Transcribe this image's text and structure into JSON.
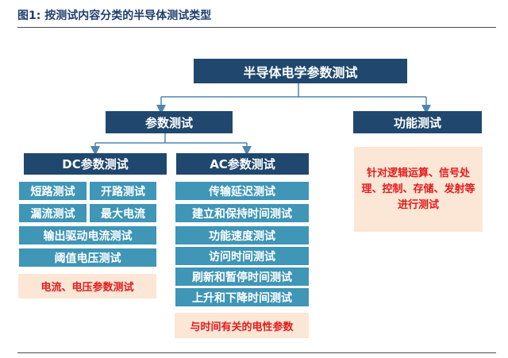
{
  "figure_title": "图1:  按测试内容分类的半导体测试类型",
  "root": "半导体电学参数测试",
  "branches": {
    "param": "参数测试",
    "func": "功能测试"
  },
  "dc": {
    "title": "DC参数测试",
    "items": [
      "短路测试",
      "开路测试",
      "漏流测试",
      "最大电流",
      "输出驱动电流测试",
      "阈值电压测试"
    ],
    "note": "电流、电压参数测试"
  },
  "ac": {
    "title": "AC参数测试",
    "items": [
      "传输延迟测试",
      "建立和保持时间测试",
      "功能速度测试",
      "访问时间测试",
      "刷新和暂停时间测试",
      "上升和下降时间测试"
    ],
    "note": "与时间有关的电性参数"
  },
  "func_note": "针对逻辑运算、信号处理、控制、存储、发射等进行测试",
  "colors": {
    "dark_box": "#20486e",
    "teal_box": "#3f96b6",
    "note_bg": "#fce6d6",
    "note_text": "#e31b1b",
    "connector": "#4f86b0"
  }
}
